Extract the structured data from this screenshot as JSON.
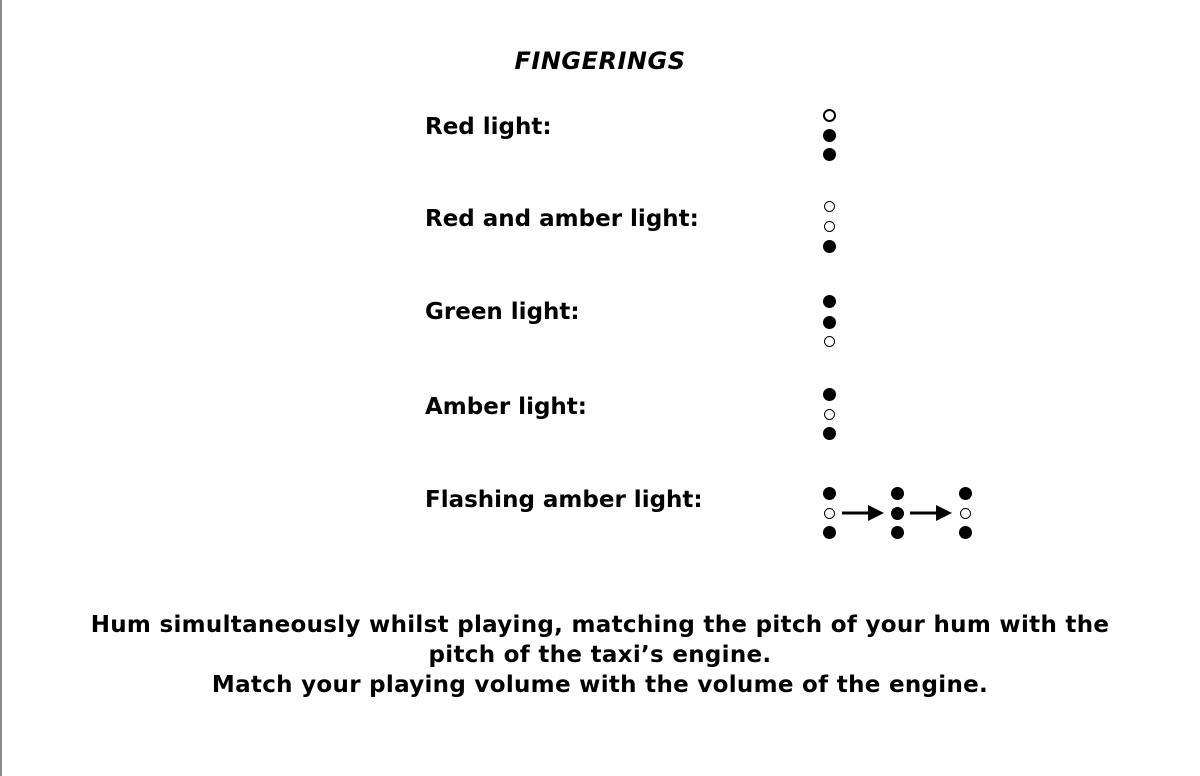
{
  "title": "FINGERINGS",
  "rows": [
    {
      "label": "Red light:",
      "sequence": [
        [
          "open",
          "closed",
          "closed"
        ]
      ]
    },
    {
      "label": "Red and amber light:",
      "sequence": [
        [
          "open",
          "open",
          "closed"
        ]
      ]
    },
    {
      "label": "Green light:",
      "sequence": [
        [
          "closed",
          "closed",
          "open"
        ]
      ]
    },
    {
      "label": "Amber light:",
      "sequence": [
        [
          "closed",
          "open",
          "closed"
        ]
      ]
    },
    {
      "label": "Flashing amber light:",
      "sequence": [
        [
          "closed",
          "open",
          "closed"
        ],
        [
          "closed",
          "closed",
          "closed"
        ],
        [
          "closed",
          "open",
          "closed"
        ]
      ]
    }
  ],
  "instructions": {
    "line1": "Hum simultaneously whilst playing, matching the pitch of your hum with the",
    "line2": "pitch of the taxi’s engine.",
    "line3": "Match your playing volume with the volume of the engine."
  },
  "icons": {
    "open_hole": "open-hole-icon",
    "closed_hole": "closed-hole-icon",
    "arrow": "right-arrow-icon"
  },
  "colors": {
    "ink": "#000000",
    "background": "#ffffff",
    "border": "#8a8a8a"
  }
}
